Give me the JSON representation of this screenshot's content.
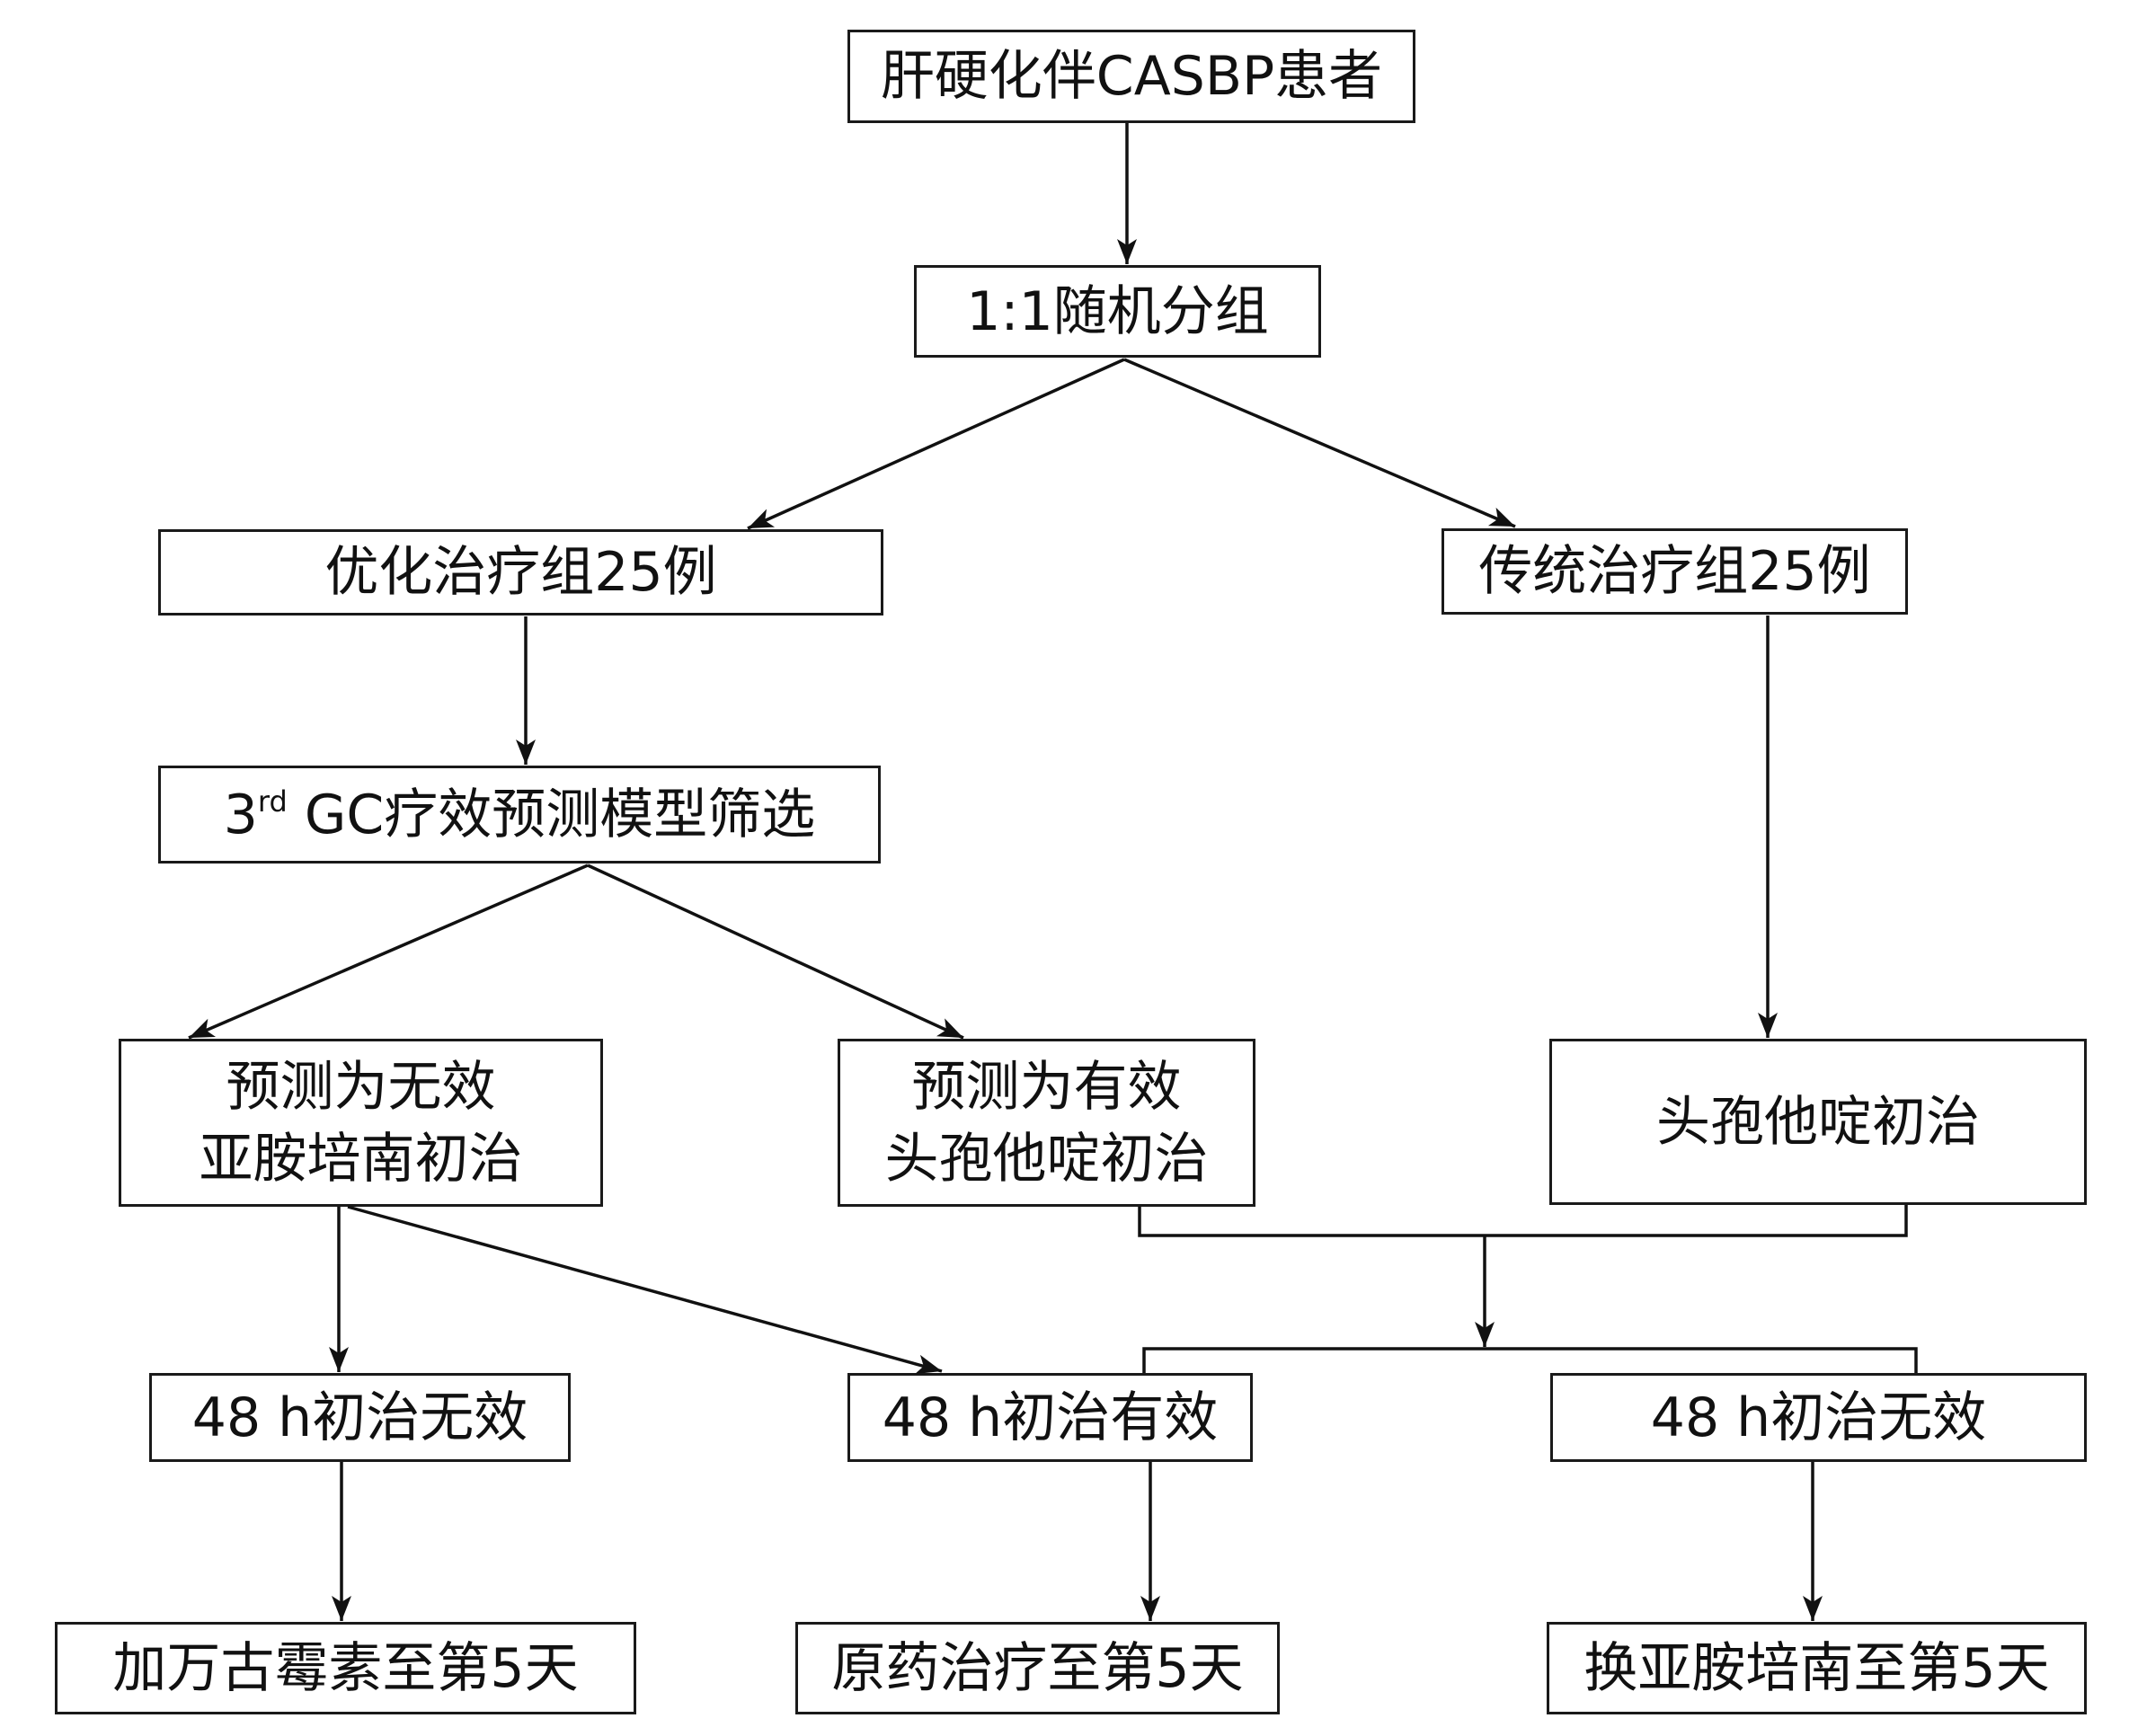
{
  "nodes": {
    "patients": "肝硬化伴CASBP患者",
    "randomization": "1:1随机分组",
    "optimized_group": "优化治疗组25例",
    "traditional_group": "传统治疗组25例",
    "screening": {
      "base": "3",
      "sup": "rd",
      "rest": " GC疗效预测模型筛选"
    },
    "predicted_ineffective": {
      "line1": "预测为无效",
      "line2": "亚胺培南初治"
    },
    "predicted_effective": {
      "line1": "预测为有效",
      "line2": "头孢他啶初治"
    },
    "traditional_initial": "头孢他啶初治",
    "left_48h_ineffective": "48 h初治无效",
    "mid_48h_effective": "48 h初治有效",
    "right_48h_ineffective": "48 h初治无效",
    "add_vancomycin": "加万古霉素至第5天",
    "continue_original": "原药治疗至第5天",
    "switch_imipenem": "换亚胺培南至第5天"
  }
}
